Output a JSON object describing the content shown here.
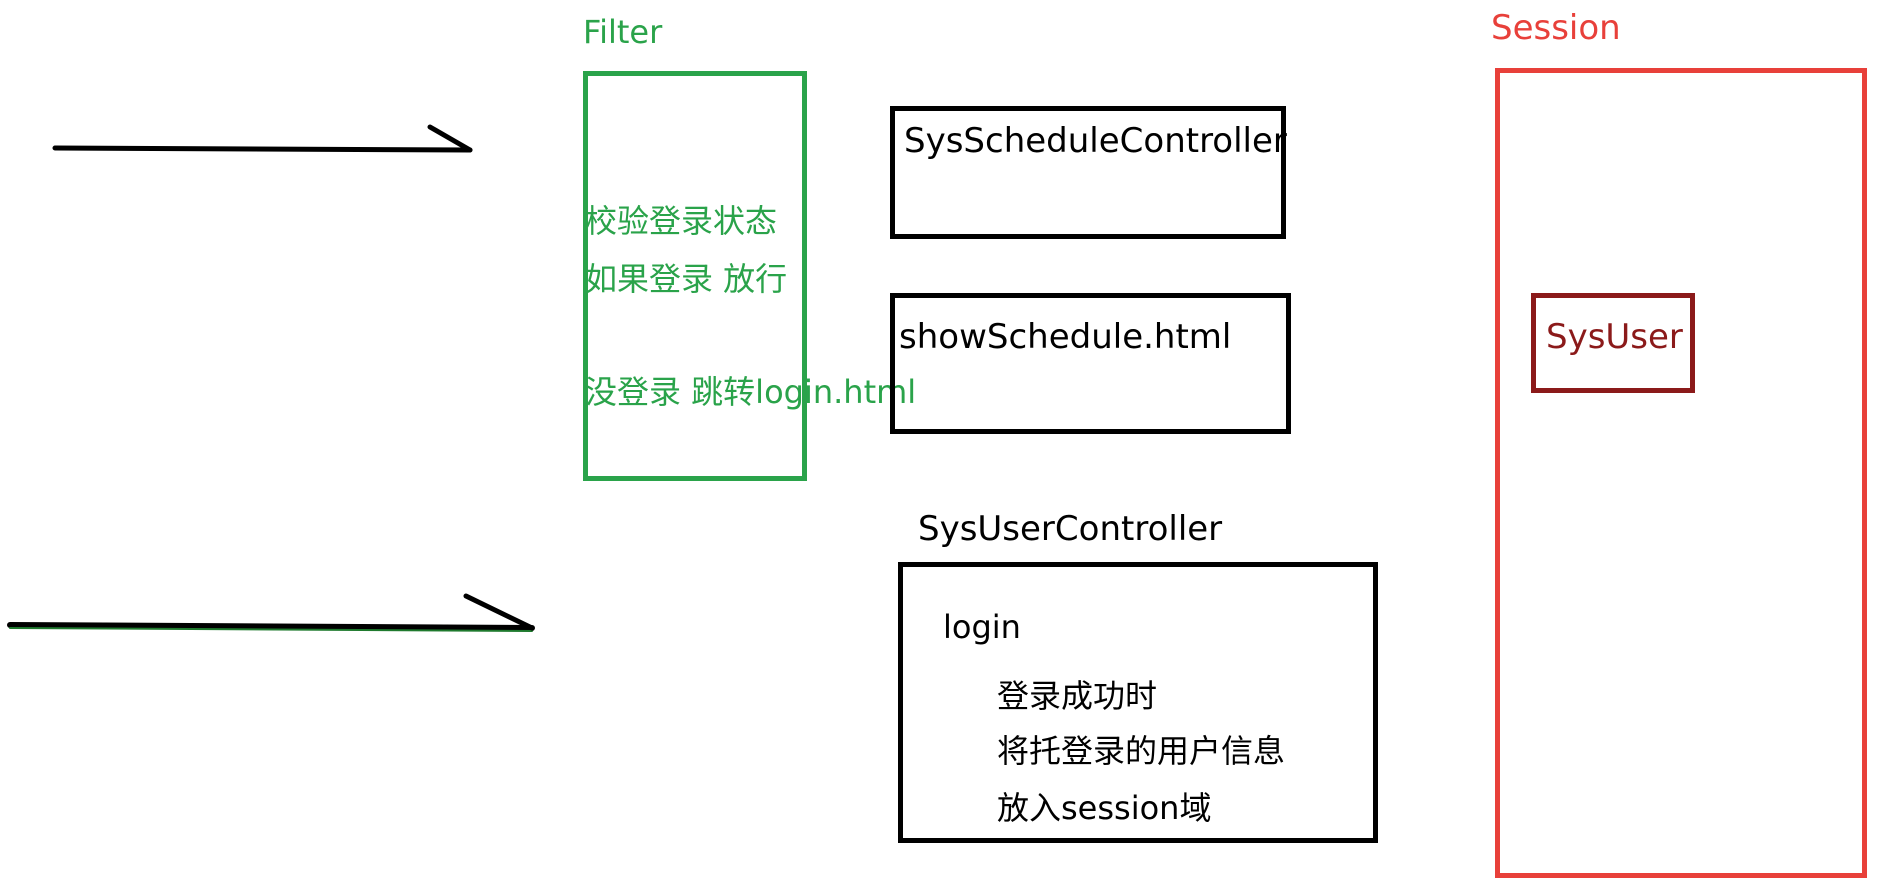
{
  "colors": {
    "filter": "#2aa34a",
    "session": "#e8403a",
    "sysuser": "#8b1a1a",
    "ink": "#000000",
    "arrow_underline": "#1f7a2e"
  },
  "filter": {
    "title": "Filter",
    "lines": [
      "校验登录状态",
      "如果登录 放行",
      "没登录 跳转login.html"
    ]
  },
  "schedule_controller": {
    "label": "SysScheduleController"
  },
  "show_schedule": {
    "label": "showSchedule.html"
  },
  "user_controller": {
    "title": "SysUserController",
    "method": "login",
    "notes": [
      "登录成功时",
      "将托登录的用户信息",
      "放入session域"
    ]
  },
  "session": {
    "title": "Session",
    "item": "SysUser"
  }
}
